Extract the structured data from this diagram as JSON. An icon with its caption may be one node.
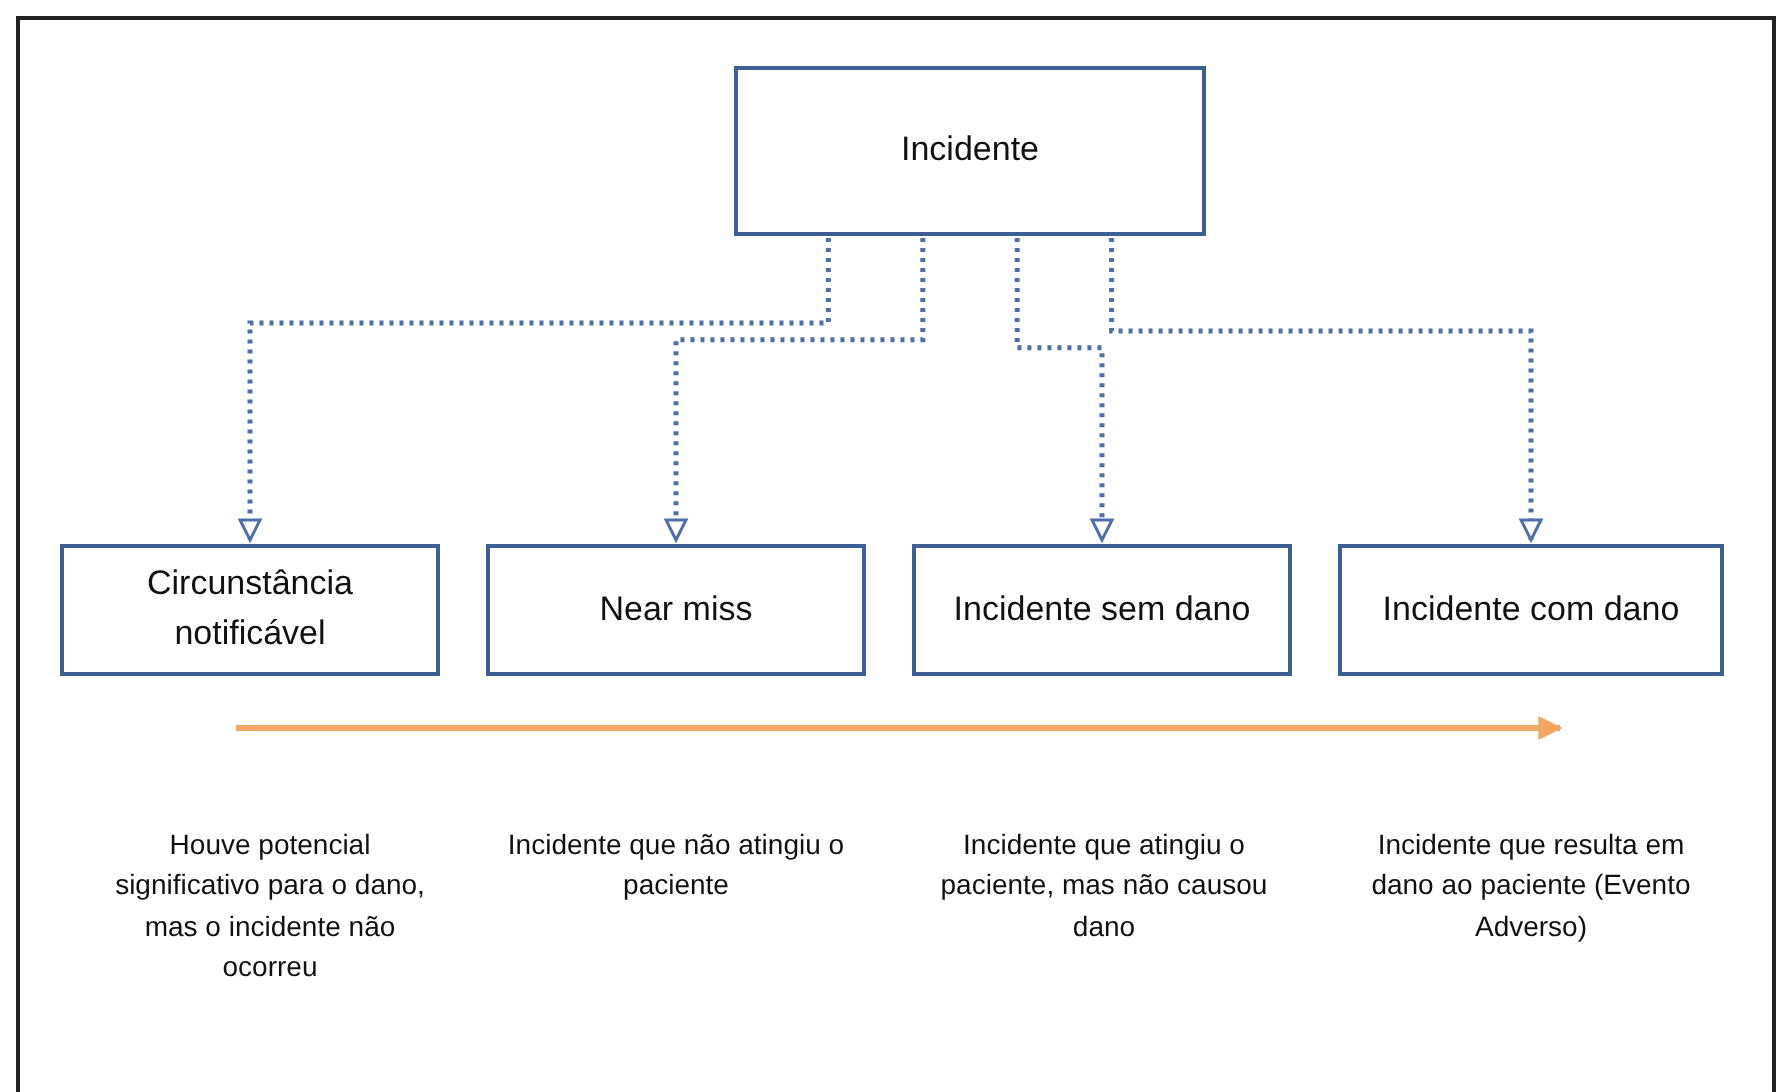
{
  "diagram": {
    "nodes": [
      {
        "text": [
          "Incidente"
        ]
      },
      {
        "text": [
          "Circunstância notificável"
        ]
      },
      {
        "text": [
          "Near miss"
        ]
      },
      {
        "text": [
          "Incidente sem dano"
        ]
      },
      {
        "text": [
          "Incidente com dano"
        ]
      }
    ],
    "edges": [
      {
        "from": 0,
        "to": 1,
        "arrow": "to",
        "style": "dashed"
      },
      {
        "from": 0,
        "to": 2,
        "arrow": "to",
        "style": "dashed"
      },
      {
        "from": 0,
        "to": 3,
        "arrow": "to",
        "style": "dashed"
      },
      {
        "from": 0,
        "to": 4,
        "arrow": "to",
        "style": "dashed"
      }
    ],
    "labels": [
      "Houve potencial significativo para o dano, mas o incidente não ocorreu",
      "Incidente que não atingiu o paciente",
      "Incidente que atingiu o paciente, mas não causou dano",
      "Incidente que resulta em dano ao paciente (Evento Adverso)"
    ]
  }
}
